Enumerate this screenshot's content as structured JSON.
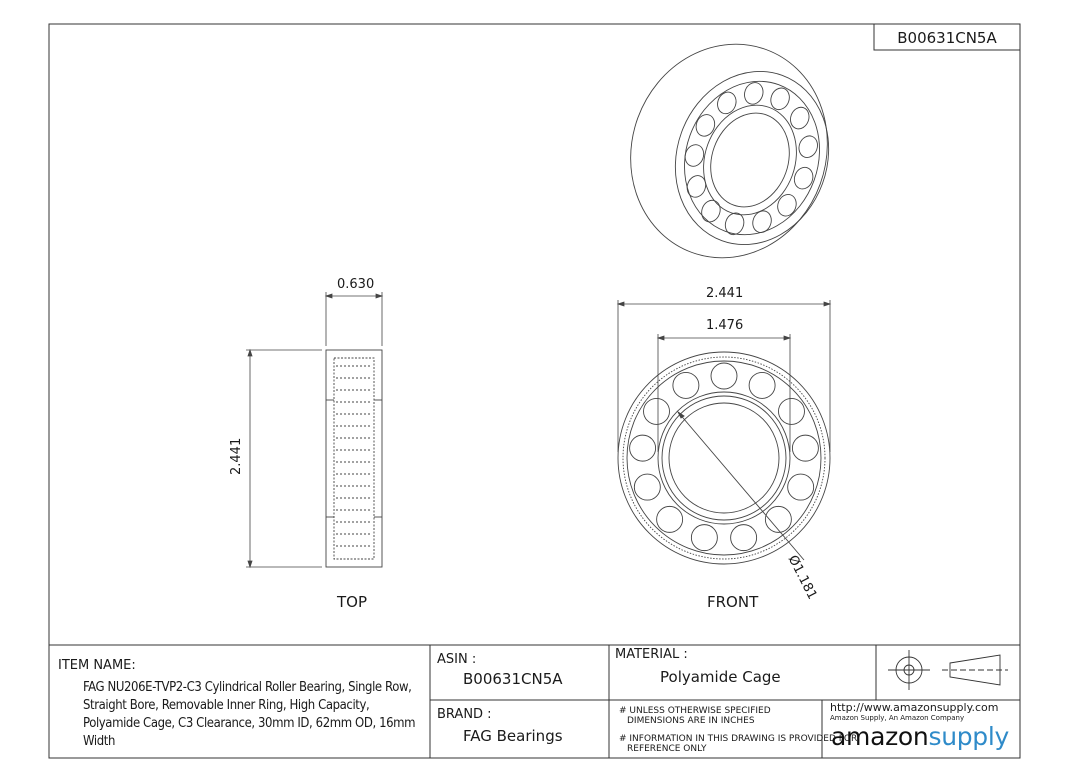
{
  "part_number": "B00631CN5A",
  "views": {
    "top": "TOP",
    "front": "FRONT"
  },
  "dimensions": {
    "width": "0.630",
    "side_height": "2.441",
    "outer_diameter": "2.441",
    "inner_ring": "1.476",
    "bore": "Ø1.181"
  },
  "title_block": {
    "item_name_label": "ITEM NAME:",
    "item_name": "FAG NU206E-TVP2-C3 Cylindrical Roller Bearing, Single Row, Straight Bore, Removable Inner Ring, High Capacity, Polyamide Cage, C3 Clearance, 30mm ID, 62mm OD, 16mm Width",
    "asin_label": "ASIN :",
    "asin": "B00631CN5A",
    "brand_label": "BRAND :",
    "brand": "FAG Bearings",
    "material_label": "MATERIAL :",
    "material": "Polyamide Cage",
    "note1_line1": "# UNLESS OTHERWISE SPECIFIED",
    "note1_line2": "DIMENSIONS ARE IN INCHES",
    "note2_line1": "# INFORMATION IN THIS DRAWING IS PROVIDED FOR",
    "note2_line2": "REFERENCE ONLY",
    "url": "http://www.amazonsupply.com",
    "company": "Amazon Supply, An Amazon Company",
    "logo_a": "amazon",
    "logo_b": "supply"
  },
  "colors": {
    "line": "#333333",
    "logo_blue": "#2f8bc9"
  }
}
